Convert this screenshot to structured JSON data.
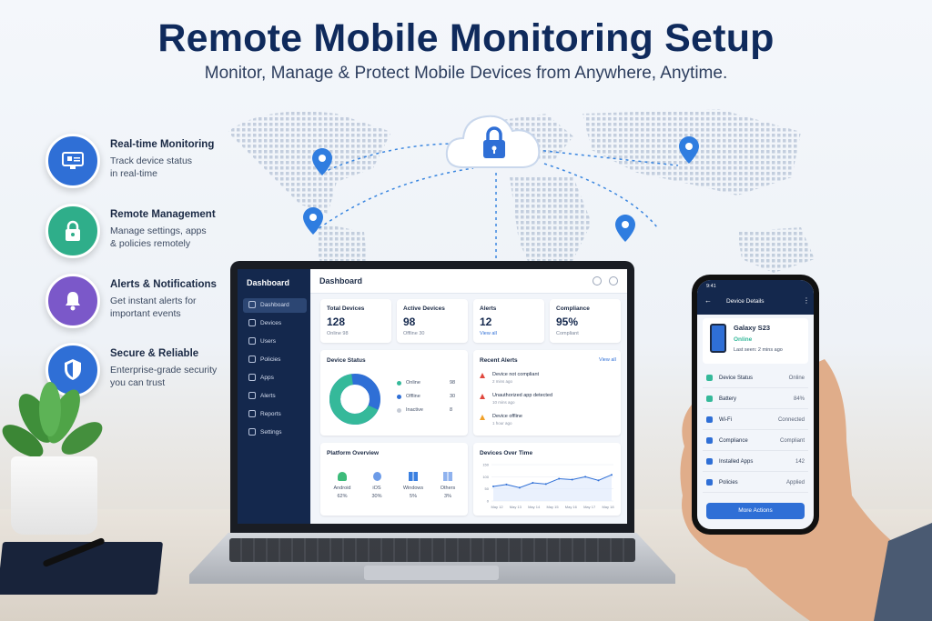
{
  "header": {
    "title": "Remote Mobile Monitoring Setup",
    "subtitle": "Monitor, Manage & Protect Mobile Devices from Anywhere, Anytime."
  },
  "features": [
    {
      "title": "Real-time Monitoring",
      "desc_1": "Track device status",
      "desc_2": "in real-time",
      "color": "#2f6fd6",
      "icon": "monitor-icon"
    },
    {
      "title": "Remote Management",
      "desc_1": "Manage settings, apps",
      "desc_2": "& policies remotely",
      "color": "#2fae8a",
      "icon": "lock-icon"
    },
    {
      "title": "Alerts & Notifications",
      "desc_1": "Get instant alerts for",
      "desc_2": "important events",
      "color": "#7b58c9",
      "icon": "bell-icon"
    },
    {
      "title": "Secure & Reliable",
      "desc_1": "Enterprise-grade security",
      "desc_2": "you can trust",
      "color": "#2f6fd6",
      "icon": "shield-icon"
    }
  ],
  "dashboard": {
    "sidebar_title": "Dashboard",
    "nav": [
      "Dashboard",
      "Devices",
      "Users",
      "Policies",
      "Apps",
      "Alerts",
      "Reports",
      "Settings"
    ],
    "page_title": "Dashboard",
    "kpis": [
      {
        "label": "Total Devices",
        "value": "128",
        "sub": "Online  98"
      },
      {
        "label": "Active Devices",
        "value": "98",
        "sub": "Offline  30"
      },
      {
        "label": "Alerts",
        "value": "12",
        "sub": "View all"
      },
      {
        "label": "Compliance",
        "value": "95%",
        "sub": "Compliant"
      }
    ],
    "device_status": {
      "title": "Device Status",
      "items": [
        {
          "label": "Online",
          "value": "98",
          "color": "#35b99a"
        },
        {
          "label": "Offline",
          "value": "30",
          "color": "#2f6fd6"
        },
        {
          "label": "Inactive",
          "value": "8",
          "color": "#c5cbd6"
        }
      ]
    },
    "recent_alerts": {
      "title": "Recent Alerts",
      "link": "View all",
      "items": [
        {
          "text": "Device not compliant",
          "time": "2 mins ago",
          "color": "#e0483e"
        },
        {
          "text": "Unauthorized app detected",
          "time": "10 mins ago",
          "color": "#e0483e"
        },
        {
          "text": "Device offline",
          "time": "1 hour ago",
          "color": "#f0a12a"
        }
      ]
    },
    "platform": {
      "title": "Platform Overview",
      "items": [
        {
          "name": "Android",
          "pct": "62%",
          "color": "#3dbb7a"
        },
        {
          "name": "iOS",
          "pct": "30%",
          "color": "#6c9be8"
        },
        {
          "name": "Windows",
          "pct": "5%",
          "color": "#3a7fe0"
        },
        {
          "name": "Others",
          "pct": "3%",
          "color": "#8fb2ee"
        }
      ]
    },
    "devices_over_time": {
      "title": "Devices Over Time",
      "y_ticks": [
        "150",
        "100",
        "50",
        "0"
      ],
      "x_ticks": [
        "May 12",
        "May 13",
        "May 14",
        "May 15",
        "May 16",
        "May 17",
        "May 18"
      ]
    }
  },
  "chart_data": {
    "type": "line",
    "title": "Devices Over Time",
    "x": [
      "May 12",
      "May 13",
      "May 14",
      "May 15",
      "May 16",
      "May 17",
      "May 18"
    ],
    "ylim": [
      0,
      150
    ],
    "series": [
      {
        "values": [
          60,
          68,
          55,
          75,
          70,
          92,
          88,
          100,
          85,
          108
        ]
      }
    ]
  },
  "phone": {
    "time": "9:41",
    "header": "Device Details",
    "device_name": "Galaxy S23",
    "status": "Online",
    "last_seen": "Last seen: 2 mins ago",
    "rows": [
      {
        "label": "Device Status",
        "value": "Online",
        "color": "#35b99a"
      },
      {
        "label": "Battery",
        "value": "84%",
        "color": "#35b99a"
      },
      {
        "label": "Wi-Fi",
        "value": "Connected",
        "color": "#2f6fd6"
      },
      {
        "label": "Compliance",
        "value": "Compliant",
        "color": "#2f6fd6"
      },
      {
        "label": "Installed Apps",
        "value": "142",
        "color": "#2f6fd6"
      },
      {
        "label": "Policies",
        "value": "Applied",
        "color": "#2f6fd6"
      }
    ],
    "action": "More Actions"
  }
}
